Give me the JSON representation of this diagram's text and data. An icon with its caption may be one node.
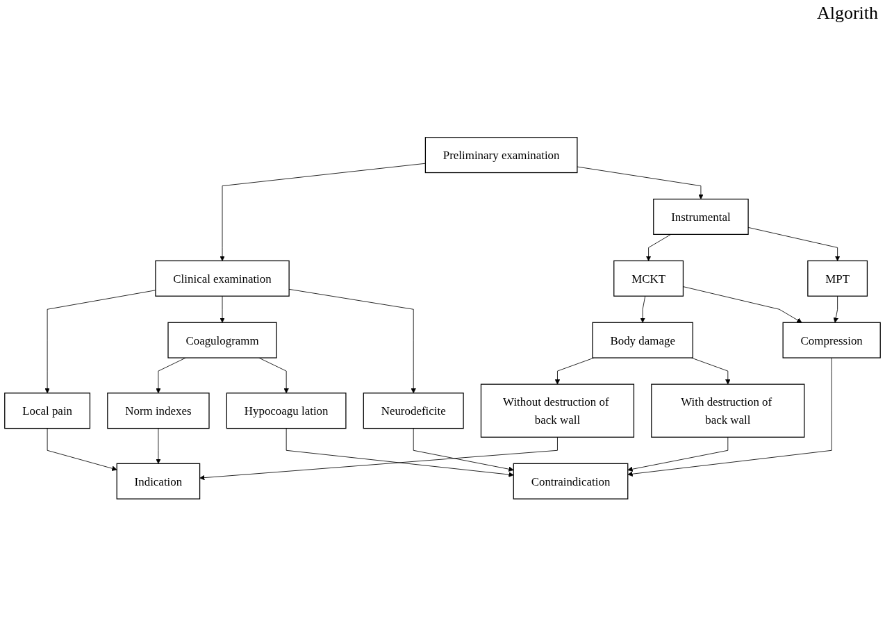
{
  "diagram": {
    "nodes": [
      {
        "text": [
          "Preliminary examination"
        ]
      },
      {
        "text": [
          "Clinical examination"
        ]
      },
      {
        "text": [
          "Instrumental"
        ]
      },
      {
        "text": [
          "Local pain"
        ]
      },
      {
        "text": [
          "Coagulogramm"
        ]
      },
      {
        "text": [
          "Neurodeficite"
        ]
      },
      {
        "text": [
          "MCKT"
        ]
      },
      {
        "text": [
          "MPT"
        ]
      },
      {
        "text": [
          "Norm indexes"
        ]
      },
      {
        "text": [
          "Hypocoagu lation"
        ]
      },
      {
        "text": [
          "Body damage"
        ]
      },
      {
        "text": [
          "Compression"
        ]
      },
      {
        "text": [
          "Without destruction of back wall"
        ]
      },
      {
        "text": [
          "With destruction of back wall"
        ]
      },
      {
        "text": [
          "Indication"
        ]
      },
      {
        "text": [
          "Contraindication"
        ]
      }
    ],
    "edges": [
      {
        "from": 0,
        "to": 1,
        "arrow": "to"
      },
      {
        "from": 0,
        "to": 2,
        "arrow": "to"
      },
      {
        "from": 1,
        "to": 3,
        "arrow": "to"
      },
      {
        "from": 1,
        "to": 4,
        "arrow": "to"
      },
      {
        "from": 1,
        "to": 5,
        "arrow": "to"
      },
      {
        "from": 2,
        "to": 6,
        "arrow": "to"
      },
      {
        "from": 2,
        "to": 7,
        "arrow": "to"
      },
      {
        "from": 4,
        "to": 8,
        "arrow": "to"
      },
      {
        "from": 4,
        "to": 9,
        "arrow": "to"
      },
      {
        "from": 6,
        "to": 10,
        "arrow": "to"
      },
      {
        "from": 6,
        "to": 11,
        "arrow": "to"
      },
      {
        "from": 7,
        "to": 11,
        "arrow": "to"
      },
      {
        "from": 10,
        "to": 12,
        "arrow": "to"
      },
      {
        "from": 10,
        "to": 13,
        "arrow": "to"
      },
      {
        "from": 3,
        "to": 14,
        "arrow": "to"
      },
      {
        "from": 8,
        "to": 14,
        "arrow": "to"
      },
      {
        "from": 12,
        "to": 14,
        "arrow": "to"
      },
      {
        "from": 13,
        "to": 15,
        "arrow": "to"
      },
      {
        "from": 11,
        "to": 15,
        "arrow": "to"
      },
      {
        "from": 9,
        "to": 15,
        "arrow": "to"
      },
      {
        "from": 5,
        "to": 15,
        "arrow": "to"
      }
    ],
    "labels": [
      "Algorith"
    ]
  }
}
